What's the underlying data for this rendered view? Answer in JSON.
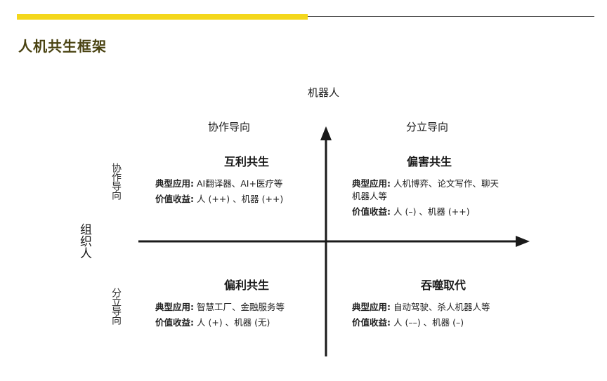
{
  "page": {
    "title": "人机共生框架"
  },
  "axes": {
    "top_label": "机器人",
    "left_label": "组织人",
    "top_left_heading": "协作导向",
    "top_right_heading": "分立导向",
    "left_upper_label": "协作导向",
    "left_lower_label": "分立导向"
  },
  "quadrants": {
    "top_left": {
      "title": "互利共生",
      "app_key": "典型应用:",
      "app_value": " AI翻译器、AI+医疗等",
      "benefit_key": "价值收益:",
      "benefit_value": " 人 (++) 、机器 (++)"
    },
    "top_right": {
      "title": "偏害共生",
      "app_key": "典型应用:",
      "app_value": " 人机博弈、论文写作、聊天机器人等",
      "benefit_key": "价值收益:",
      "benefit_value": " 人 (–) 、机器 (++)"
    },
    "bottom_left": {
      "title": "偏利共生",
      "app_key": "典型应用:",
      "app_value": " 智慧工厂、金融服务等",
      "benefit_key": "价值收益:",
      "benefit_value": " 人 (+) 、机器 (无)"
    },
    "bottom_right": {
      "title": "吞噬取代",
      "app_key": "典型应用:",
      "app_value": " 自动驾驶、杀人机器人等",
      "benefit_key": "价值收益:",
      "benefit_value": " 人 (––) 、机器 (–)"
    }
  }
}
